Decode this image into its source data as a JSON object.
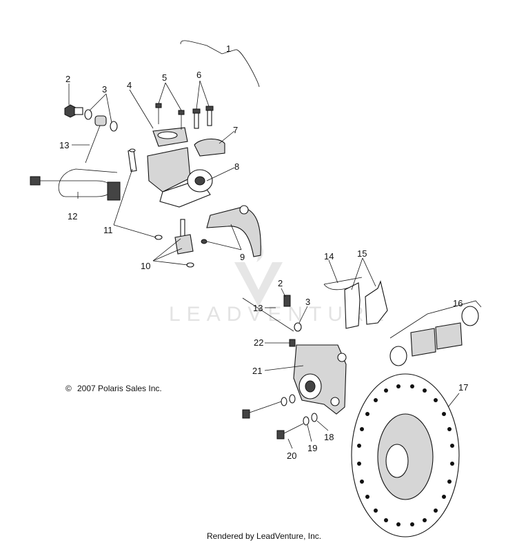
{
  "callouts": [
    {
      "id": "c1",
      "label": "1"
    },
    {
      "id": "c2a",
      "label": "2"
    },
    {
      "id": "c3a",
      "label": "3"
    },
    {
      "id": "c4",
      "label": "4"
    },
    {
      "id": "c5",
      "label": "5"
    },
    {
      "id": "c6",
      "label": "6"
    },
    {
      "id": "c7",
      "label": "7"
    },
    {
      "id": "c8",
      "label": "8"
    },
    {
      "id": "c9",
      "label": "9"
    },
    {
      "id": "c10",
      "label": "10"
    },
    {
      "id": "c11",
      "label": "11"
    },
    {
      "id": "c12",
      "label": "12"
    },
    {
      "id": "c13a",
      "label": "13"
    },
    {
      "id": "c14",
      "label": "14"
    },
    {
      "id": "c15",
      "label": "15"
    },
    {
      "id": "c16",
      "label": "16"
    },
    {
      "id": "c2b",
      "label": "2"
    },
    {
      "id": "c3b",
      "label": "3"
    },
    {
      "id": "c13b",
      "label": "13"
    },
    {
      "id": "c22",
      "label": "22"
    },
    {
      "id": "c21",
      "label": "21"
    },
    {
      "id": "c17",
      "label": "17"
    },
    {
      "id": "c18",
      "label": "18"
    },
    {
      "id": "c19",
      "label": "19"
    },
    {
      "id": "c20",
      "label": "20"
    }
  ],
  "copyright": "2007 Polaris Sales Inc.",
  "copyright_symbol": "©",
  "watermark": "LEADVENTURE",
  "footer": "Rendered by LeadVenture, Inc."
}
